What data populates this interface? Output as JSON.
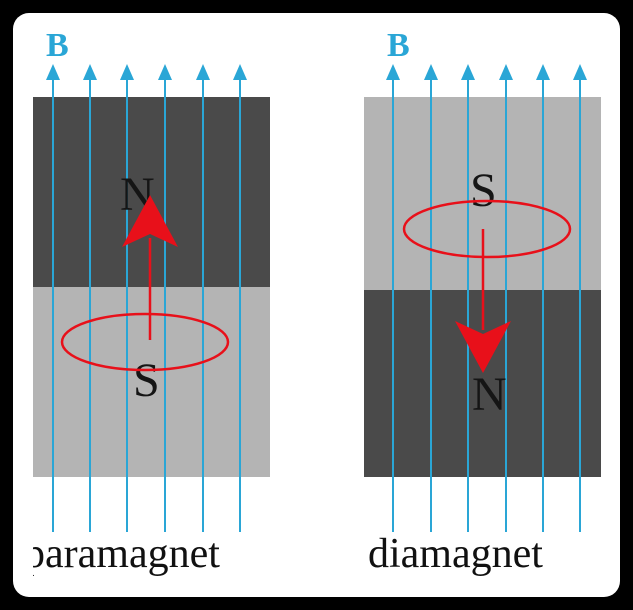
{
  "field_label": "B",
  "colors": {
    "field_line": "#2aa6d6",
    "moment": "#e8101a",
    "dark_pole": "#4a4a4a",
    "light_pole": "#b4b4b4"
  },
  "panels": [
    {
      "caption": "paramagnet",
      "top_pole": "N",
      "bottom_pole": "S",
      "moment_direction": "up"
    },
    {
      "caption": "diamagnet",
      "top_pole": "S",
      "bottom_pole": "N",
      "moment_direction": "down"
    }
  ]
}
